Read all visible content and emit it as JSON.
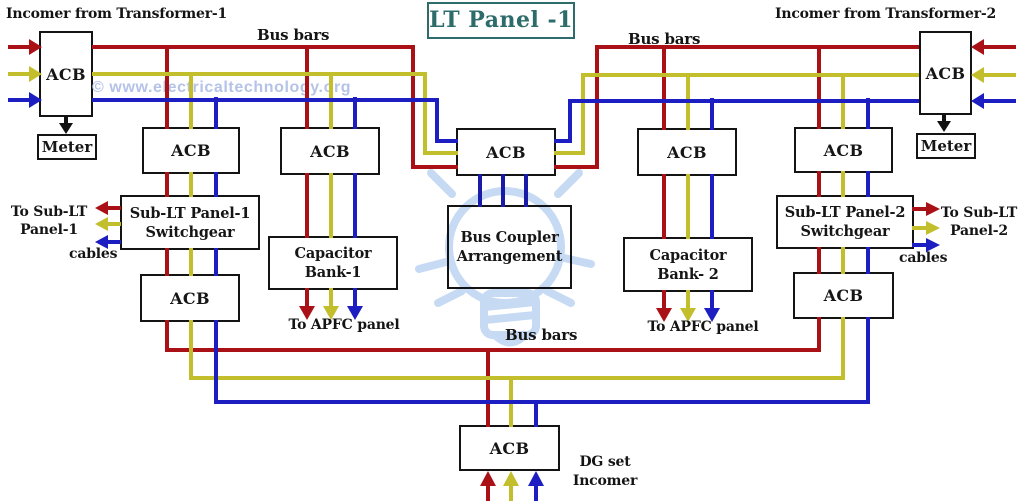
{
  "title": "LT Panel -1",
  "watermark": {
    "text": "© www.electricaltechnology.org"
  },
  "colors": {
    "phase_r": "#A91116",
    "phase_y": "#C3BE2B",
    "phase_b": "#1D1EC1",
    "coupler_link": "#1A1AA8",
    "wire_black": "#111111",
    "title_teal": "#2E6B6B",
    "watermark_blue": "#B5C3E8",
    "bulb_blue": "#C7DAF3"
  },
  "top": {
    "incomer_left": "Incomer from Transformer-1",
    "incomer_right": "Incomer from Transformer-2",
    "bus_bars_left": "Bus bars",
    "bus_bars_right": "Bus bars"
  },
  "boxes": {
    "acb": "ACB",
    "meter": "Meter",
    "sub_lt_1": {
      "line1": "Sub-LT Panel-1",
      "line2": "Switchgear"
    },
    "sub_lt_2": {
      "line1": "Sub-LT Panel-2",
      "line2": "Switchgear"
    },
    "cap_bank_1": {
      "line1": "Capacitor",
      "line2": "Bank-1"
    },
    "cap_bank_2": {
      "line1": "Capacitor",
      "line2": "Bank- 2"
    },
    "bus_coupler": {
      "line1": "Bus Coupler",
      "line2": "Arrangement"
    }
  },
  "outputs": {
    "left": {
      "line1": "To Sub-LT",
      "line2": "Panel-1",
      "line3": "cables"
    },
    "right": {
      "line1": "To Sub-LT",
      "line2": "Panel-2",
      "line3": "cables"
    },
    "apfc_left": "To APFC panel",
    "apfc_right": "To APFC panel"
  },
  "bottom": {
    "bus_bars": "Bus bars",
    "dg_incomer": {
      "line1": "DG set",
      "line2": "Incomer"
    }
  }
}
